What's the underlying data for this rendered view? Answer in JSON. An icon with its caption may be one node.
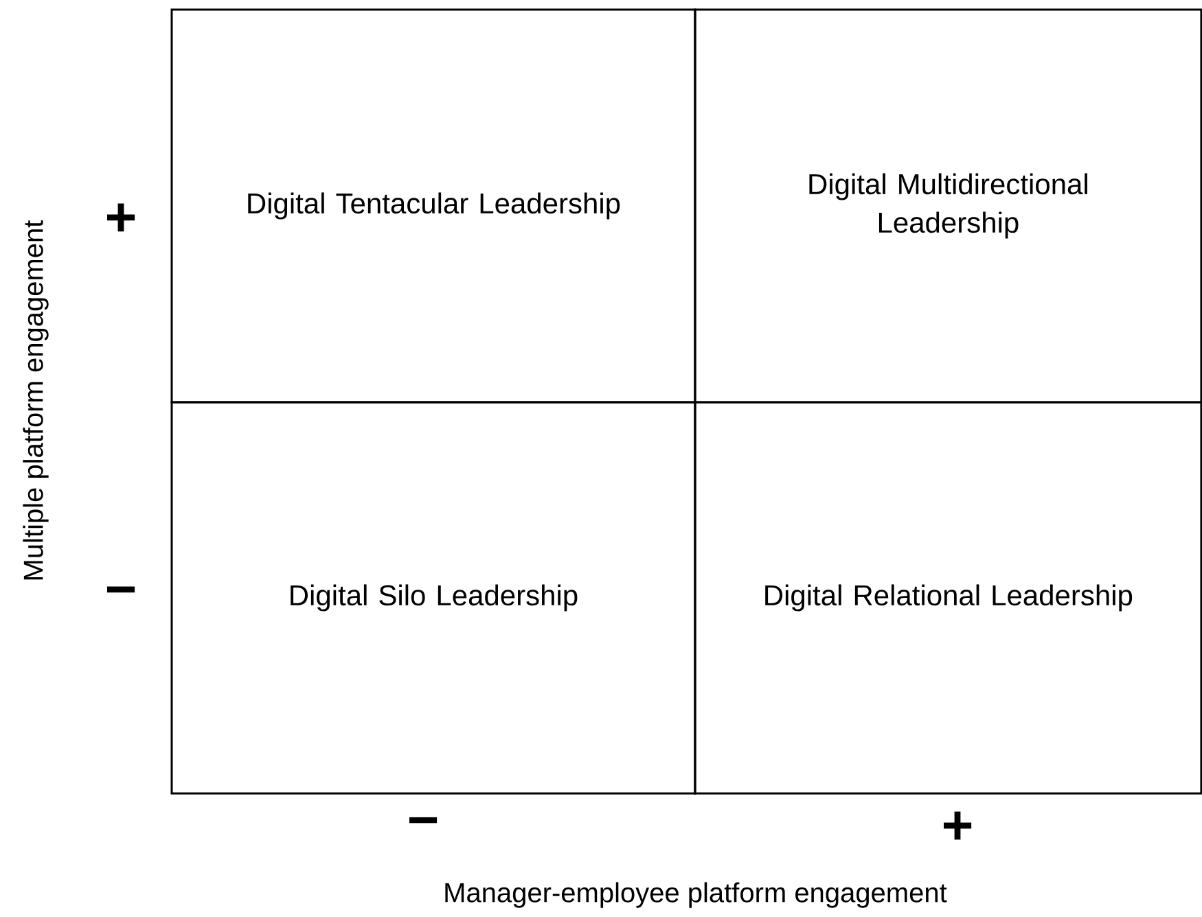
{
  "diagram": {
    "nodes": [
      {
        "text": [
          "Digital Tentacular Leadership"
        ]
      },
      {
        "text": [
          "Digital Multidirectional Leadership"
        ]
      },
      {
        "text": [
          "Digital Silo Leadership"
        ]
      },
      {
        "text": [
          "Digital Relational Leadership"
        ]
      }
    ],
    "labels": [
      "+",
      "−",
      "−",
      "+",
      "Multiple platform engagement",
      "Manager-employee platform engagement"
    ]
  }
}
